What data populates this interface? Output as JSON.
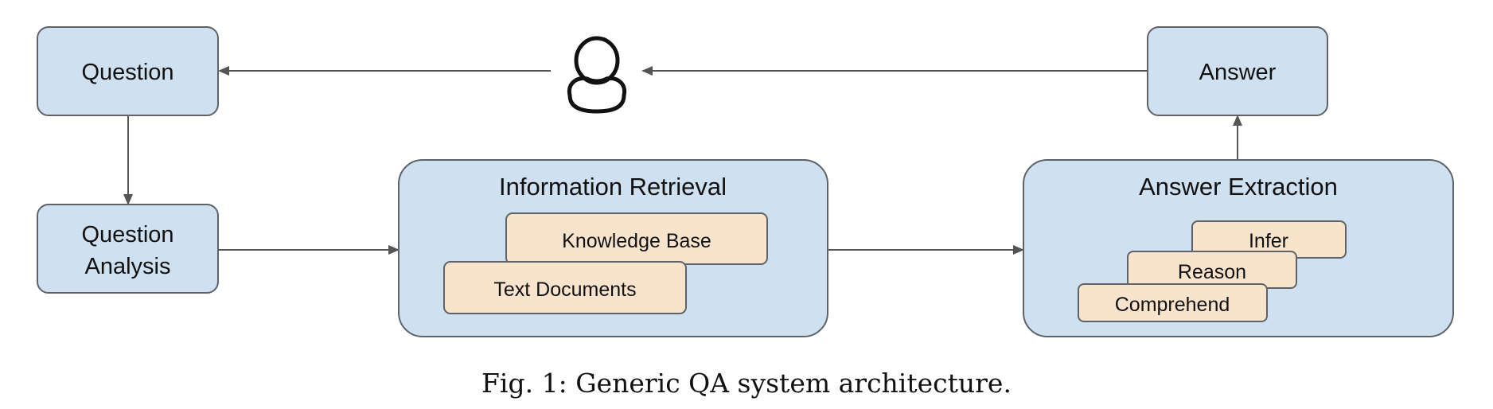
{
  "nodes": {
    "question": "Question",
    "question_analysis": [
      "Question",
      "Analysis"
    ],
    "information_retrieval": {
      "title": "Information Retrieval",
      "sources": [
        "Knowledge Base",
        "Text Documents"
      ]
    },
    "answer_extraction": {
      "title": "Answer Extraction",
      "steps": [
        "Infer",
        "Reason",
        "Comprehend"
      ]
    },
    "answer": "Answer"
  },
  "user_icon": "user-icon",
  "caption": "Fig. 1: Generic QA system architecture.",
  "colors": {
    "box_fill": "#cfe0f1",
    "box_stroke": "#5f6368",
    "source_fill": "#f8e3cc",
    "arrow": "#555555",
    "text": "#111111"
  }
}
